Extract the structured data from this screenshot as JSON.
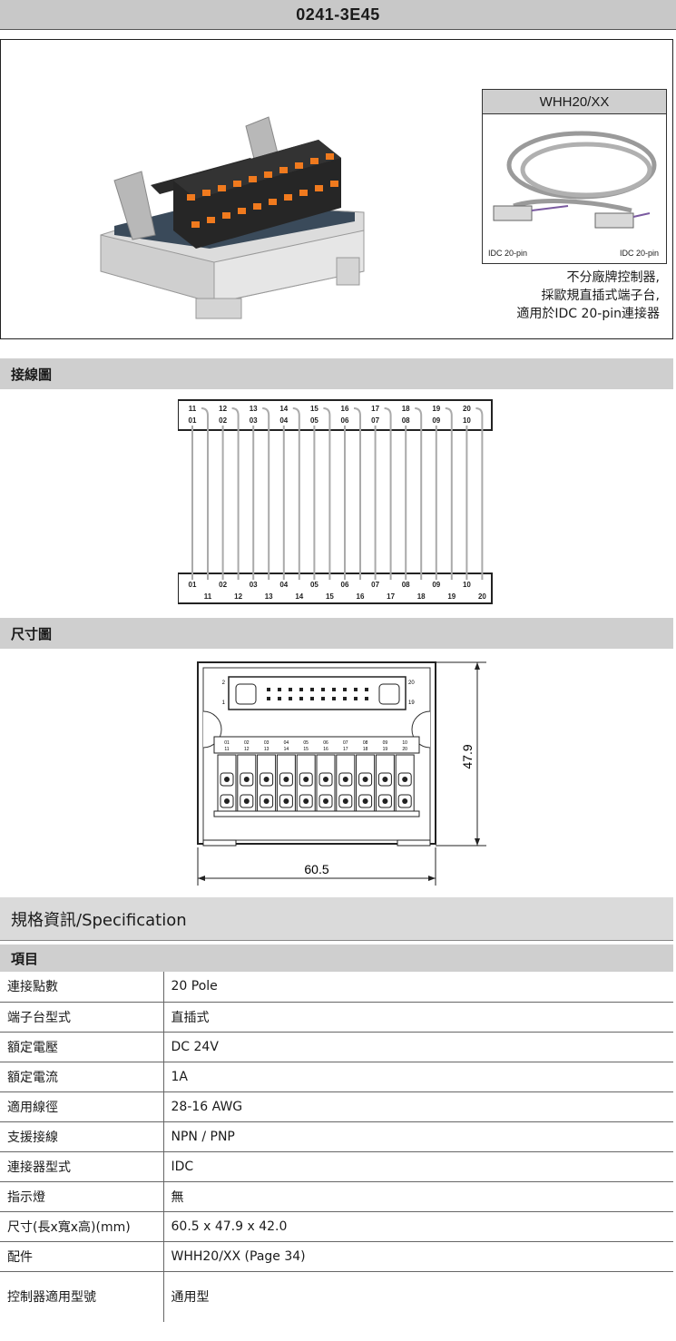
{
  "header": {
    "model": "0241-3E45"
  },
  "cable": {
    "title": "WHH20/XX",
    "left_label": "IDC 20-pin",
    "right_label": "IDC 20-pin"
  },
  "description": [
    "不分廠牌控制器,",
    "採歐規直插式端子台,",
    "適用於IDC 20-pin連接器"
  ],
  "sections": {
    "wiring": "接線圖",
    "dimensions": "尺寸圖",
    "spec_title": "規格資訊/Specification",
    "spec_head": "項目"
  },
  "wiring_diagram": {
    "top_upper": [
      "11",
      "12",
      "13",
      "14",
      "15",
      "16",
      "17",
      "18",
      "19",
      "20"
    ],
    "top_lower": [
      "01",
      "02",
      "03",
      "04",
      "05",
      "06",
      "07",
      "08",
      "09",
      "10"
    ],
    "bottom_upper": [
      "01",
      "02",
      "03",
      "04",
      "05",
      "06",
      "07",
      "08",
      "09",
      "10"
    ],
    "bottom_lower": [
      "11",
      "12",
      "13",
      "14",
      "15",
      "16",
      "17",
      "18",
      "19",
      "20"
    ]
  },
  "dimension_drawing": {
    "width": "60.5",
    "height": "47.9",
    "connector_pin_left_top": "2",
    "connector_pin_left_bottom": "1",
    "connector_pin_right_top": "20",
    "connector_pin_right_bottom": "19",
    "terminal_upper": [
      "01",
      "02",
      "03",
      "04",
      "05",
      "06",
      "07",
      "08",
      "09",
      "10"
    ],
    "terminal_lower": [
      "11",
      "12",
      "13",
      "14",
      "15",
      "16",
      "17",
      "18",
      "19",
      "20"
    ]
  },
  "spec": [
    {
      "key": "連接點數",
      "value": "20 Pole"
    },
    {
      "key": "端子台型式",
      "value": "直插式"
    },
    {
      "key": "額定電壓",
      "value": "DC 24V"
    },
    {
      "key": "額定電流",
      "value": "1A"
    },
    {
      "key": "適用線徑",
      "value": "28-16 AWG"
    },
    {
      "key": "支援接線",
      "value": "NPN / PNP"
    },
    {
      "key": "連接器型式",
      "value": "IDC"
    },
    {
      "key": "指示燈",
      "value": "無"
    },
    {
      "key": "尺寸(長x寬x高)(mm)",
      "value": "60.5 x 47.9 x 42.0"
    },
    {
      "key": "配件",
      "value": "WHH20/XX (Page 34)"
    },
    {
      "key": "控制器適用型號",
      "value": "通用型"
    }
  ]
}
